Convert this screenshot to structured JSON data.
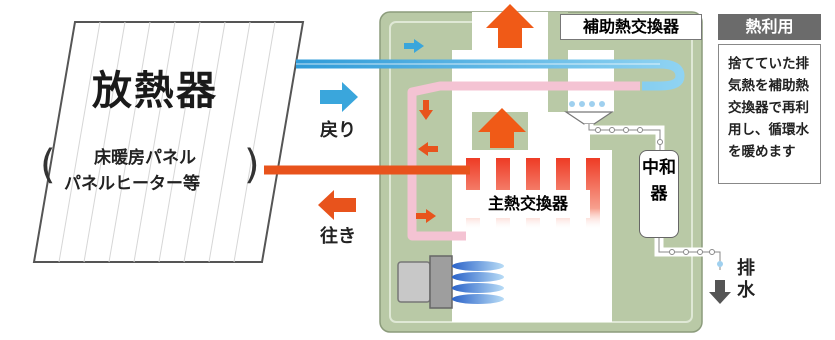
{
  "radiator": {
    "title": "放熱器",
    "subtitle_line1": "床暖房パネル",
    "subtitle_line2": "パネルヒーター等",
    "paren_open": "(",
    "paren_close": ")"
  },
  "flows": {
    "return_label": "戻り",
    "supply_label": "往き"
  },
  "unit": {
    "aux_exchanger_label": "補助熱交換器",
    "main_exchanger_label": "主熱交換器",
    "neutralizer_label": "中和器",
    "drain_label": "排水"
  },
  "note": {
    "title": "熱利用",
    "body": "捨てていた排気熱を補助熱交換器で再利用し、循環水を暖めます"
  },
  "colors": {
    "hot_pipe": "#e8531c",
    "cold_pipe": "#3aa6dc",
    "warm_pipe": "#f4b8c8",
    "casing": "#b9c9a6",
    "flame": "#3a7fd9",
    "heat_fins": "#ee4a2b"
  }
}
